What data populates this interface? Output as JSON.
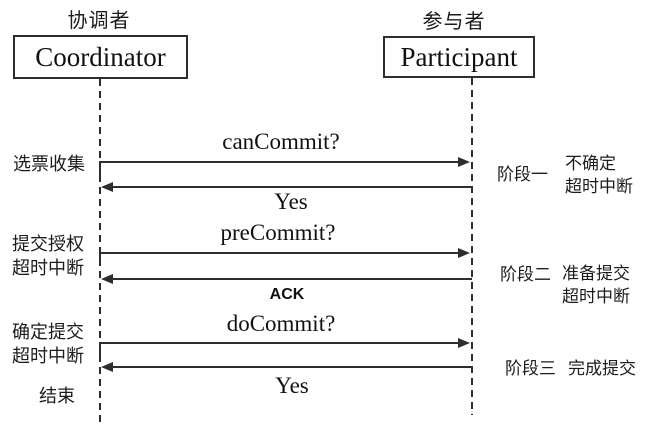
{
  "diagram": {
    "colors": {
      "background": "#ffffff",
      "line": "#2d2d2d",
      "text": "#1c1c1c"
    },
    "coordinator": {
      "role": "协调者",
      "name": "Coordinator"
    },
    "participant": {
      "role": "参与者",
      "name": "Participant"
    },
    "messages": [
      {
        "label": "canCommit?",
        "direction": "right"
      },
      {
        "label": "Yes",
        "direction": "left"
      },
      {
        "label": "preCommit?",
        "direction": "right"
      },
      {
        "label": "ACK",
        "direction": "left"
      },
      {
        "label": "doCommit?",
        "direction": "right"
      },
      {
        "label": "Yes",
        "direction": "left"
      }
    ],
    "coordinator_states": [
      {
        "line1": "选票收集",
        "line2": ""
      },
      {
        "line1": "提交授权",
        "line2": "超时中断"
      },
      {
        "line1": "确定提交",
        "line2": "超时中断"
      },
      {
        "line1": "结束",
        "line2": ""
      }
    ],
    "phases": [
      {
        "name": "阶段一",
        "state1": "不确定",
        "state2": "超时中断"
      },
      {
        "name": "阶段二",
        "state1": "准备提交",
        "state2": "超时中断"
      },
      {
        "name": "阶段三",
        "state1": "完成提交",
        "state2": ""
      }
    ]
  }
}
